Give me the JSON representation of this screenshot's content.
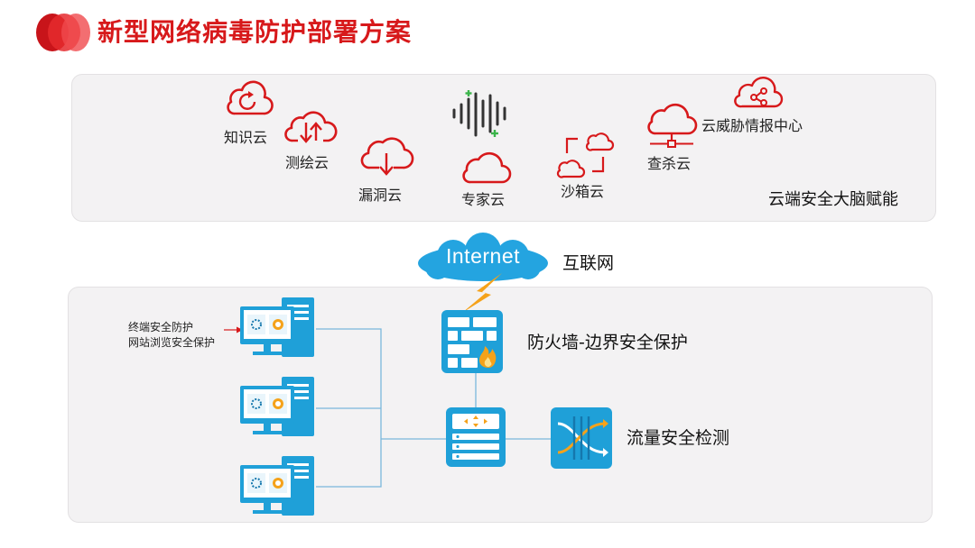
{
  "title": "新型网络病毒防护部署方案",
  "colors": {
    "brand_red": "#d7191b",
    "panel_bg": "#f3f2f3",
    "device_blue": "#1fa0d8",
    "device_blue_dark": "#1577ad",
    "line_blue": "#7ab7dc",
    "cloud_blue": "#24a4e0",
    "bolt_orange": "#f5a21a",
    "spark_green": "#3bb44a"
  },
  "cloud_panel": {
    "services": [
      {
        "label": "知识云",
        "icon": "cloud-refresh-icon"
      },
      {
        "label": "测绘云",
        "icon": "cloud-updown-icon"
      },
      {
        "label": "漏洞云",
        "icon": "cloud-download-icon"
      },
      {
        "label": "专家云",
        "icon": "cloud-icon"
      },
      {
        "label": "沙箱云",
        "icon": "sandbox-cloud-icon"
      },
      {
        "label": "查杀云",
        "icon": "cloud-network-icon"
      },
      {
        "label": "云威胁情报中心",
        "icon": "cloud-share-icon"
      }
    ],
    "caption": "云端安全大脑赋能"
  },
  "internet": {
    "cloud_text": "Internet",
    "label": "互联网"
  },
  "network_panel": {
    "endpoint_annotation": [
      "终端安全防护",
      "网站浏览安全保护"
    ],
    "firewall_label": "防火墙-边界安全保护",
    "traffic_label": "流量安全检测"
  }
}
